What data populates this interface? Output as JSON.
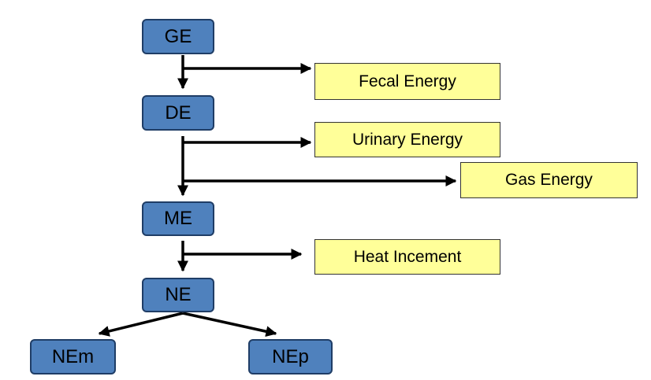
{
  "colors": {
    "energy_fraction_fill": "#4f81bd",
    "energy_loss_fill": "#ffff99",
    "arrow": "#000000"
  },
  "nodes": {
    "ge": "GE",
    "de": "DE",
    "me": "ME",
    "ne": "NE",
    "nem": "NEm",
    "nep": "NEp",
    "fecal": "Fecal Energy",
    "urinary": "Urinary Energy",
    "gas": "Gas Energy",
    "heat": "Heat Incement"
  }
}
